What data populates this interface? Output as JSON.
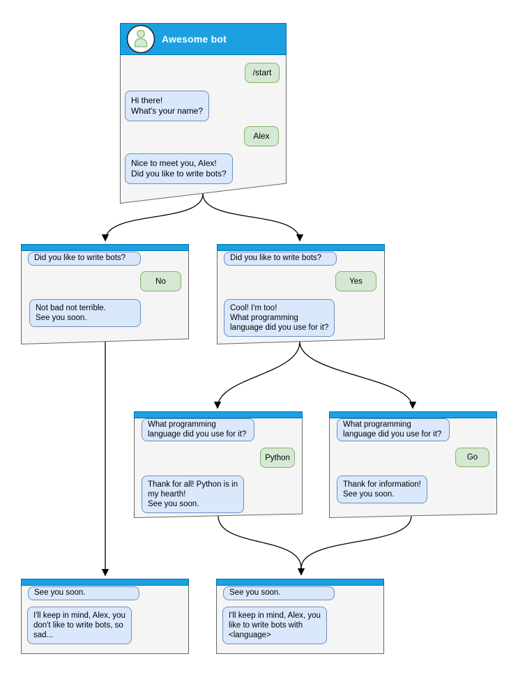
{
  "diagram": {
    "type": "chatbot-conversation-flowchart",
    "colors": {
      "header_blue": "#1ba1e2",
      "header_stroke": "#006eaf",
      "card_fill": "#f5f5f5",
      "card_stroke": "#666666",
      "bot_bubble_fill": "#dae8fc",
      "bot_bubble_stroke": "#6c8ebf",
      "user_bubble_fill": "#d5e8d4",
      "user_bubble_stroke": "#82b366",
      "edge_color": "#000000"
    }
  },
  "nodes": {
    "main": {
      "title": "Awesome bot",
      "messages": [
        {
          "side": "user",
          "text": "/start"
        },
        {
          "side": "bot",
          "text": "Hi there!\nWhat's your name?"
        },
        {
          "side": "user",
          "text": "Alex"
        },
        {
          "side": "bot",
          "text": "Nice to meet you, Alex!\nDid you like to write bots?"
        }
      ]
    },
    "branch_no": {
      "messages": [
        {
          "side": "bot",
          "text": "Did you like to write bots?"
        },
        {
          "side": "user",
          "text": "No"
        },
        {
          "side": "bot",
          "text": "Not bad not terrible.\nSee you soon."
        }
      ]
    },
    "branch_yes": {
      "messages": [
        {
          "side": "bot",
          "text": "Did you like to write bots?"
        },
        {
          "side": "user",
          "text": "Yes"
        },
        {
          "side": "bot",
          "text": "Cool! I'm too!\nWhat programming\nlanguage did you use for it?"
        }
      ]
    },
    "branch_python": {
      "messages": [
        {
          "side": "bot",
          "text": "What programming\nlanguage did you use for it?"
        },
        {
          "side": "user",
          "text": "Python"
        },
        {
          "side": "bot",
          "text": "Thank for all! Python is in\nmy hearth!\nSee you soon."
        }
      ]
    },
    "branch_go": {
      "messages": [
        {
          "side": "bot",
          "text": "What programming\nlanguage did you use for it?"
        },
        {
          "side": "user",
          "text": "Go"
        },
        {
          "side": "bot",
          "text": "Thank for information!\nSee you soon."
        }
      ]
    },
    "end_no": {
      "messages": [
        {
          "side": "bot",
          "text": "See you soon."
        },
        {
          "side": "bot",
          "text": "I'll keep in mind, Alex, you\ndon't like to write bots, so\nsad..."
        }
      ]
    },
    "end_yes": {
      "messages": [
        {
          "side": "bot",
          "text": "See you soon."
        },
        {
          "side": "bot",
          "text": "I'll keep in mind, Alex, you\nlike to write bots with\n<language>"
        }
      ]
    }
  },
  "edges": [
    {
      "from": "main",
      "to": "branch_no"
    },
    {
      "from": "main",
      "to": "branch_yes"
    },
    {
      "from": "branch_no",
      "to": "end_no"
    },
    {
      "from": "branch_yes",
      "to": "branch_python"
    },
    {
      "from": "branch_yes",
      "to": "branch_go"
    },
    {
      "from": "branch_python",
      "to": "end_yes"
    },
    {
      "from": "branch_go",
      "to": "end_yes"
    }
  ]
}
